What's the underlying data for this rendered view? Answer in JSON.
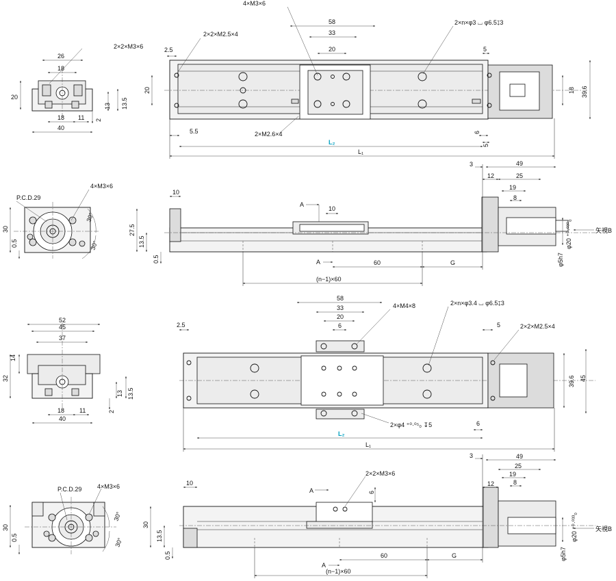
{
  "colors": {
    "outline": "#111111",
    "body_fill": "#f3f3f3",
    "accent_label": "#00a0c0"
  },
  "view1": {
    "top": {
      "m3x6": "4×M3×6",
      "d58": "58",
      "d33": "33",
      "d20": "20",
      "thru_hole": "2×n×φ3 ⌴ φ6.5↧3",
      "d5": "5",
      "m25x4": "2×2×M2.5×4",
      "d2_5": "2.5",
      "d20_left": "20",
      "d18": "18",
      "d39_6": "39.6",
      "d5_5": "5.5",
      "m26x4": "2×M2.6×4",
      "d6": "6",
      "d5b": "5",
      "L2": "L₂",
      "L1": "L₁"
    },
    "end": {
      "m3x6": "2×2×M3×6",
      "d26": "26",
      "d18": "18",
      "d20": "20",
      "d13": "13",
      "d13_5": "13.5",
      "d2": "2",
      "d18b": "18",
      "d11": "11",
      "d40": "40"
    },
    "side": {
      "d10": "10",
      "d27_5": "27.5",
      "d13_5": "13.5",
      "d0_5": "0.5",
      "A_top": "A",
      "d10b": "10",
      "A_bot": "A",
      "d60": "60",
      "G": "G",
      "n60": "(n−1)×60",
      "d3": "3",
      "d49": "49",
      "d12": "12",
      "d25": "25",
      "d19": "19",
      "d8": "8",
      "view_b": "矢視B",
      "shaft": "φ20 ⁺⁰·⁰³⁰₀",
      "d5h7": "φ5h7"
    },
    "flange": {
      "pcd": "P.C.D.29",
      "m3x6": "4×M3×6",
      "d30": "30",
      "d0_5": "0.5",
      "a30a": "30°",
      "a30b": "30°"
    }
  },
  "view2": {
    "top": {
      "d58": "58",
      "d33": "33",
      "d20": "20",
      "d6": "6",
      "m4x8": "4×M4×8",
      "thru_hole": "2×n×φ3.4 ⌴ φ6.5↧3",
      "d2_5": "2.5",
      "d5": "5",
      "m25x4": "2×2×M2.5×4",
      "d39_6": "39.6",
      "d45": "45",
      "pin": "2×φ4 ⁺⁰·⁰⁵₀ ↧5",
      "d6b": "6",
      "L2": "L₂",
      "L1": "L₁"
    },
    "end": {
      "d52": "52",
      "d45": "45",
      "d37": "37",
      "d14": "14",
      "d32": "32",
      "d13": "13",
      "d13_5": "13.5",
      "d2": "2",
      "d18": "18",
      "d11": "11",
      "d40": "40"
    },
    "side": {
      "m3x6": "2×2×M3×6",
      "d10": "10",
      "d6": "6",
      "A_top": "A",
      "d30": "30",
      "d13_5": "13.5",
      "d0_5": "0.5",
      "d60": "60",
      "G": "G",
      "A_bot": "A",
      "n60": "(n−1)×60",
      "d3": "3",
      "d49": "49",
      "d25": "25",
      "d12": "12",
      "d19": "19",
      "d8": "8",
      "view_b": "矢視B",
      "shaft": "φ20 ⁺⁰·⁰³³₀",
      "d5h7": "φ5h7"
    },
    "flange": {
      "pcd": "P.C.D.29",
      "m3x6": "4×M3×6",
      "d30": "30",
      "d0_5": "0.5",
      "a30a": "30°",
      "a30b": "30°"
    }
  }
}
